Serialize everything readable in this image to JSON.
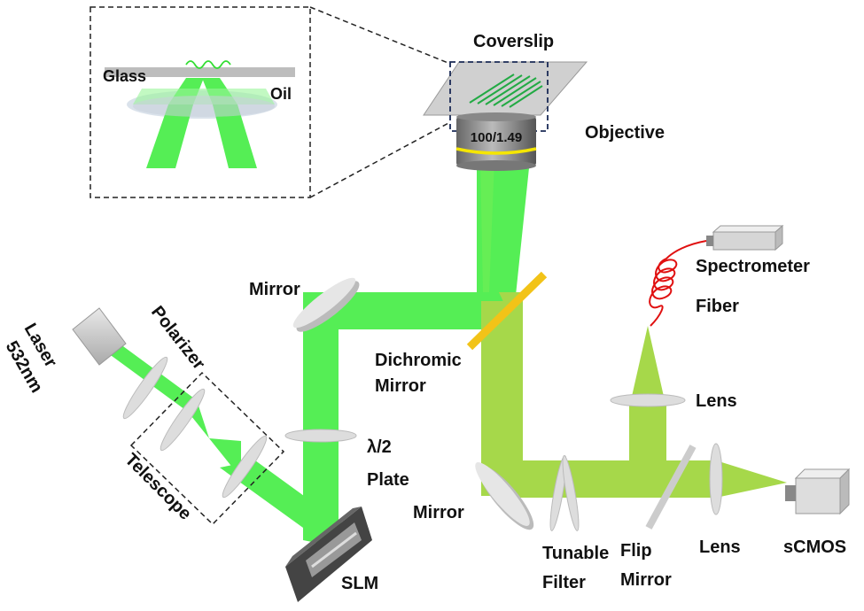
{
  "labels": {
    "coverslip": "Coverslip",
    "objective": "Objective",
    "objective_spec": "100/1.49",
    "glass": "Glass",
    "oil": "Oil",
    "spectrometer": "Spectrometer",
    "fiber": "Fiber",
    "mirror_top": "Mirror",
    "laser_line1": "Laser",
    "laser_line2": "532nm",
    "polarizer": "Polarizer",
    "dichromic_line1": "Dichromic",
    "dichromic_line2": "Mirror",
    "lens_upper": "Lens",
    "halfwave_line1": "λ/2",
    "halfwave_line2": "Plate",
    "telescope": "Telescope",
    "mirror_bottom": "Mirror",
    "tunable_line1": "Tunable",
    "tunable_line2": "Filter",
    "flip_line1": "Flip",
    "flip_line2": "Mirror",
    "lens_lower": "Lens",
    "scmos": "sCMOS",
    "slm": "SLM"
  },
  "colors": {
    "excitation_beam": "#55ee55",
    "emission_beam": "#a6d84a",
    "dichroic": "#f2c318",
    "optic_face": "#dddddd",
    "device_body": "#cccccc",
    "objective_ring": "#f5e600",
    "dashed_box": "#1a2a55"
  }
}
